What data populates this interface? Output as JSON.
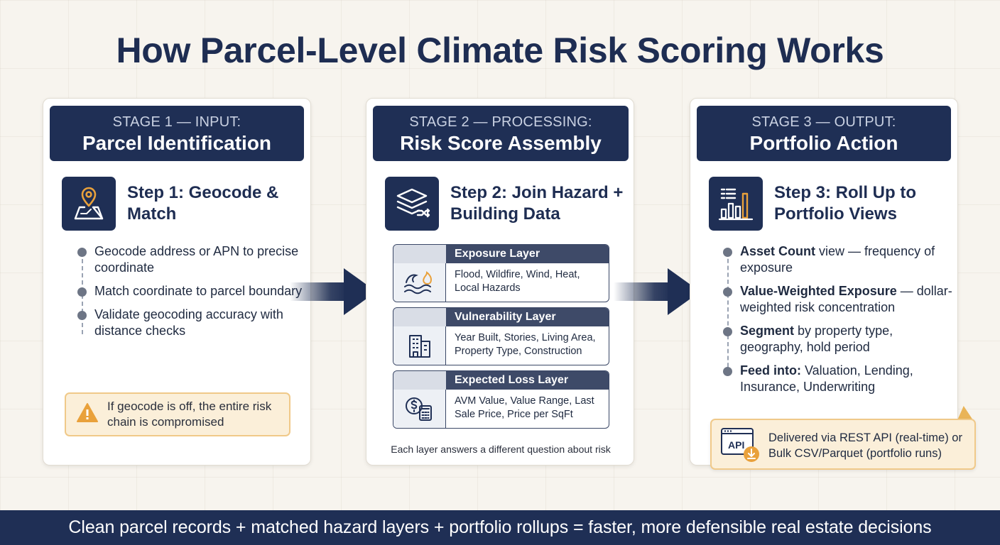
{
  "title": "How Parcel-Level Climate Risk Scoring Works",
  "colors": {
    "navy": "#1f2f55",
    "warning_fill": "#fbefd9",
    "warning_border": "#f0c989",
    "accent_orange": "#e9a13b"
  },
  "stages": [
    {
      "sub": "STAGE 1 — INPUT:",
      "name": "Parcel Identification",
      "icon": "map-pin-icon",
      "step": "Step 1: Geocode & Match",
      "bullets": [
        "Geocode address or APN to precise coordinate",
        "Match coordinate to parcel boundary",
        "Validate geocoding accuracy with distance checks"
      ],
      "warning": {
        "icon": "warning-icon",
        "text": "If geocode is off, the entire risk chain is compromised"
      }
    },
    {
      "sub": "STAGE 2 — PROCESSING:",
      "name": "Risk Score Assembly",
      "icon": "layers-icon",
      "step": "Step 2: Join Hazard + Building Data",
      "layers": [
        {
          "title": "Exposure Layer",
          "icon": "wave-fire-icon",
          "text": "Flood, Wildfire, Wind, Heat, Local Hazards"
        },
        {
          "title": "Vulnerability Layer",
          "icon": "building-icon",
          "text": "Year Built, Stories, Living Area, Property Type, Construction"
        },
        {
          "title": "Expected Loss Layer",
          "icon": "dollar-calculator-icon",
          "text": "AVM Value, Value Range, Last Sale Price, Price per SqFt"
        }
      ],
      "caption": "Each layer answers a different question about risk"
    },
    {
      "sub": "STAGE 3 — OUTPUT:",
      "name": "Portfolio Action",
      "icon": "dashboard-chart-icon",
      "step": "Step 3: Roll Up to Portfolio Views",
      "bullets": [
        {
          "bold": "Asset Count",
          "rest": " view — frequency of exposure"
        },
        {
          "bold": "Value-Weighted Exposure",
          "rest": " — dollar-weighted risk concentration"
        },
        {
          "bold": "Segment",
          "rest": " by property type, geography, hold period"
        },
        {
          "bold": "Feed into:",
          "rest": " Valuation, Lending, Insurance, Underwriting"
        }
      ],
      "delivery": {
        "icon": "api-download-icon",
        "icon_label": "API",
        "text": "Delivered via REST API (real-time) or Bulk CSV/Parquet (portfolio runs)"
      }
    }
  ],
  "footer": "Clean parcel records + matched hazard layers + portfolio rollups = faster, more defensible real estate decisions"
}
